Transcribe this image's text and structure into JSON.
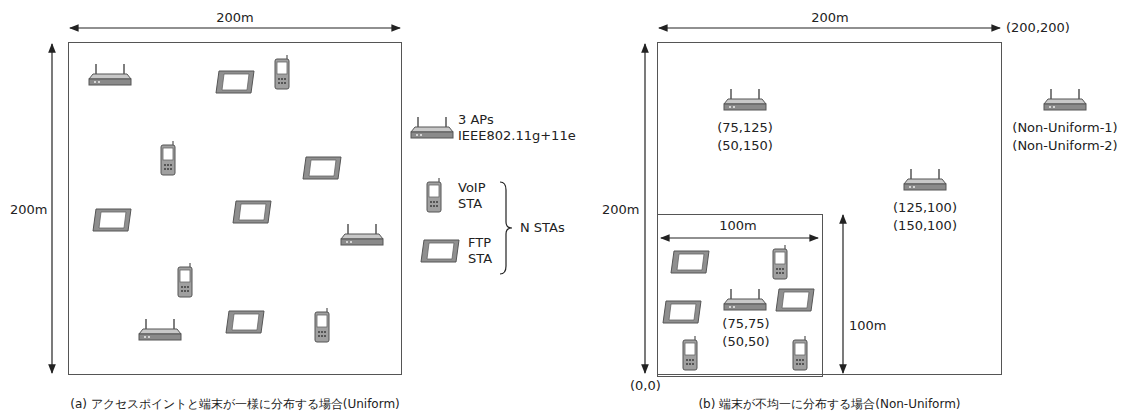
{
  "diagram": {
    "nodes": [
      {
        "text": [
          "(a) アクセスポイントと端末が一様に分布する場合(Uniform)"
        ]
      },
      {
        "text": [
          "(b) 端末が不均一に分布する場合(Non-Uniform)"
        ]
      },
      {
        "text": [
          "(75,75)",
          "(50,50)"
        ],
        "in": 1
      }
    ],
    "labels": [
      "200m",
      "200m",
      "N STAs",
      "200m",
      "(200,200)",
      "200m",
      "100m",
      "100m",
      "(0,0)",
      "(75,125)",
      "(50,150)",
      "(125,100)",
      "(150,100)",
      "(Non-Uniform-1)",
      "(Non-Uniform-2)"
    ],
    "legend": [
      {
        "text": "3 APs IEEE802.11g+11e"
      },
      {
        "text": "VoIP STA"
      },
      {
        "text": "FTP STA"
      }
    ]
  }
}
